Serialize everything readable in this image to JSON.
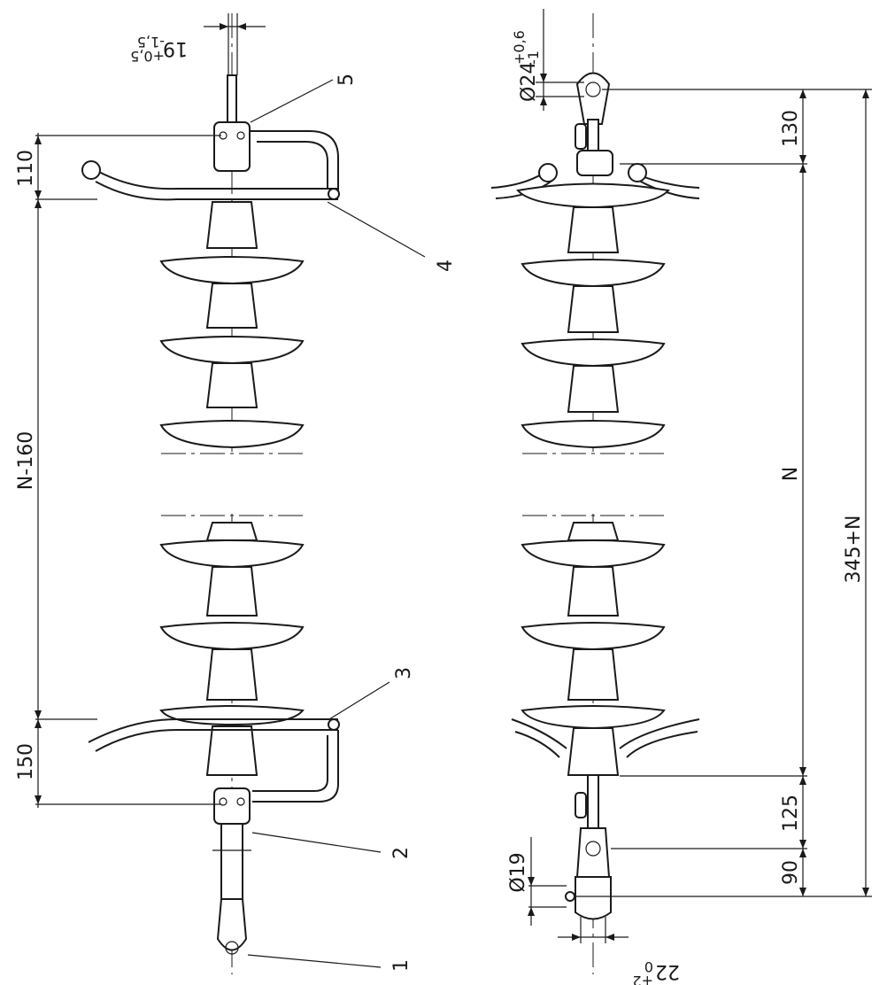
{
  "labels": {
    "part_1": "1",
    "part_2": "2",
    "part_3": "3",
    "part_4": "4",
    "part_5": "5"
  },
  "dimensions": {
    "d110": "110",
    "dN160": "N-160",
    "d150": "150",
    "d130": "130",
    "dN": "N",
    "d125": "125",
    "d90": "90",
    "d345N": "345+N",
    "phi24": "Ø24",
    "phi24_tol_upper": "+0,6",
    "phi24_tol_lower": "-1",
    "phi19": "Ø19",
    "d19": "19",
    "d19_tol_upper": "+0,5",
    "d19_tol_lower": "-1,5",
    "d22": "22",
    "d22_tol_upper": "+2",
    "d22_tol_lower": "0"
  }
}
